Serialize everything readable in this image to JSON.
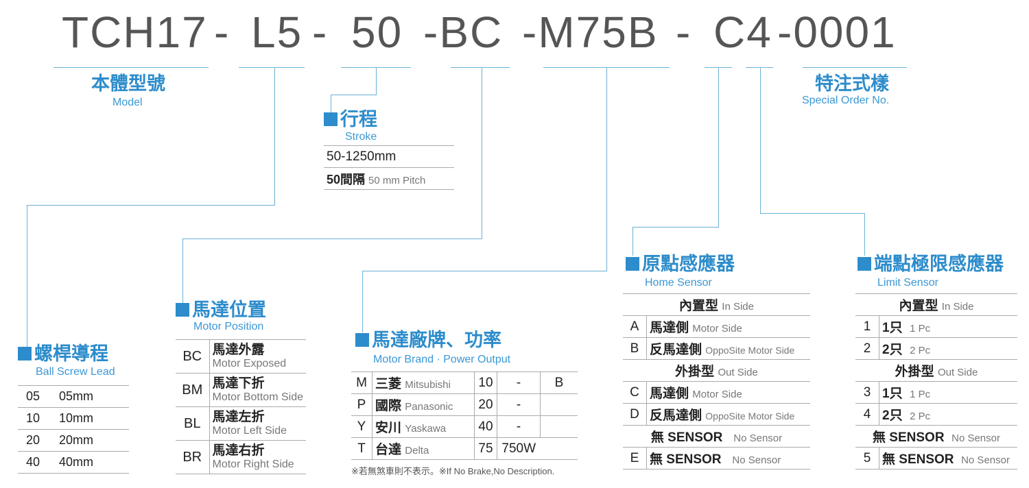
{
  "code": {
    "segments": [
      "TCH17",
      "-",
      "L5",
      "-",
      "50",
      "-BC",
      "-M75B",
      "-",
      "C4",
      "-0001"
    ]
  },
  "model": {
    "zh": "本體型號",
    "en": "Model"
  },
  "special": {
    "zh": "特注式樣",
    "en": "Special Order No."
  },
  "stroke": {
    "zh": "行程",
    "en": "Stroke",
    "row1": "50-1250mm",
    "row2_zh": "50間隔",
    "row2_en": "50 mm Pitch"
  },
  "lead": {
    "zh": "螺桿導程",
    "en": "Ball Screw Lead",
    "rows": [
      {
        "code": "05",
        "value": "05mm"
      },
      {
        "code": "10",
        "value": "10mm"
      },
      {
        "code": "20",
        "value": "20mm"
      },
      {
        "code": "40",
        "value": "40mm"
      }
    ]
  },
  "position": {
    "zh": "馬達位置",
    "en": "Motor Position",
    "rows": [
      {
        "code": "BC",
        "zh": "馬達外露",
        "en": "Motor Exposed"
      },
      {
        "code": "BM",
        "zh": "馬達下折",
        "en": "Motor Bottom Side"
      },
      {
        "code": "BL",
        "zh": "馬達左折",
        "en": "Motor Left Side"
      },
      {
        "code": "BR",
        "zh": "馬達右折",
        "en": "Motor Right Side"
      }
    ]
  },
  "brand": {
    "zh": "馬達廠牌、功率",
    "en": "Motor Brand · Power Output",
    "rows": [
      {
        "code": "M",
        "zh": "三菱",
        "en": "Mitsubishi",
        "power": "10",
        "watt": "-",
        "brake": "B"
      },
      {
        "code": "P",
        "zh": "國際",
        "en": "Panasonic",
        "power": "20",
        "watt": "-",
        "brake": ""
      },
      {
        "code": "Y",
        "zh": "安川",
        "en": "Yaskawa",
        "power": "40",
        "watt": "-",
        "brake": ""
      },
      {
        "code": "T",
        "zh": "台達",
        "en": "Delta",
        "power": "75",
        "watt": "750W",
        "brake": ""
      }
    ],
    "note": "※若無煞車則不表示。※If No Brake,No Description."
  },
  "home": {
    "zh": "原點感應器",
    "en": "Home Sensor",
    "in_hdr_zh": "內置型",
    "in_hdr_en": "In Side",
    "out_hdr_zh": "外掛型",
    "out_hdr_en": "Out Side",
    "rows_in": [
      {
        "code": "A",
        "zh": "馬達側",
        "en": "Motor Side"
      },
      {
        "code": "B",
        "zh": "反馬達側",
        "en": "OppoSite Motor Side"
      }
    ],
    "rows_out": [
      {
        "code": "C",
        "zh": "馬達側",
        "en": "Motor Side"
      },
      {
        "code": "D",
        "zh": "反馬達側",
        "en": "OppoSite Motor Side"
      }
    ],
    "none_zh": "無 SENSOR",
    "none_en": "No Sensor",
    "last": {
      "code": "E",
      "zh": "無 SENSOR",
      "en": "No Sensor"
    }
  },
  "limit": {
    "zh": "端點極限感應器",
    "en": "Limit Sensor",
    "in_hdr_zh": "內置型",
    "in_hdr_en": "In Side",
    "out_hdr_zh": "外掛型",
    "out_hdr_en": "Out Side",
    "rows_in": [
      {
        "code": "1",
        "zh": "1只",
        "en": "1 Pc"
      },
      {
        "code": "2",
        "zh": "2只",
        "en": "2 Pc"
      }
    ],
    "rows_out": [
      {
        "code": "3",
        "zh": "1只",
        "en": "1 Pc"
      },
      {
        "code": "4",
        "zh": "2只",
        "en": "2 Pc"
      }
    ],
    "none_zh": "無 SENSOR",
    "none_en": "No Sensor",
    "last": {
      "code": "5",
      "zh": "無 SENSOR",
      "en": "No Sensor"
    }
  },
  "colors": {
    "accent": "#2d8ccb",
    "line": "#6ab0d8",
    "code_text": "#555555"
  }
}
